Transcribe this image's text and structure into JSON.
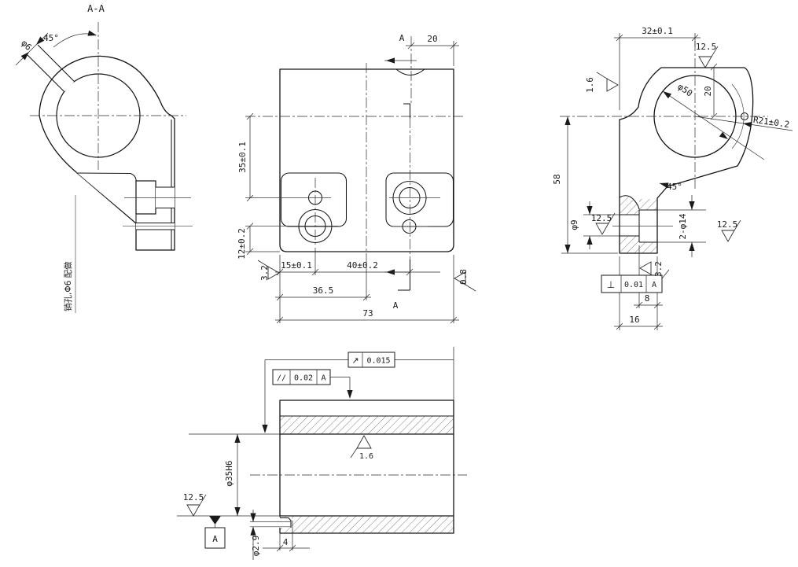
{
  "drawing": {
    "type": "engineering-drawing",
    "background": "#ffffff",
    "line_color": "#1a1a1a",
    "section_view": {
      "label": "A-A",
      "pin_hole_dia": "φ6",
      "pin_hole_angle": "45°",
      "note": "销孔,Φ6 配做"
    },
    "front_view": {
      "section_label_top": "A",
      "section_label_bottom": "A",
      "dim_notch_to_edge": "20",
      "dim_center_to_row": "35±0.1",
      "dim_row_to_bottom": "12±0.2",
      "dim_left_to_col1": "15±0.1",
      "dim_col1_to_col2": "40±0.2",
      "dim_left_to_center": "36.5",
      "dim_total_width": "73",
      "ra_left_face": "3.2",
      "ra_right_face": "0.8"
    },
    "side_view": {
      "dim_face_to_bore": "32±0.1",
      "ra_top_face": "12.5",
      "ra_left_face": "1.6",
      "dim_top_to_center": "20",
      "bore_dia": "φ50",
      "pin_circle_radius": "R21±0.2",
      "dim_total_height": "58",
      "chamfer_angle": "45°",
      "hole_dia": "φ9",
      "ra_hub": "12.5",
      "counterbore": "2-φ14",
      "ra_counterbore": "12.5",
      "ra_front_face": "3.2",
      "fcf_perpendicularity": {
        "symbol": "⊥",
        "tolerance": "0.01",
        "datum": "A"
      },
      "dim_counterbore_depth": "8",
      "dim_foot_thickness": "16"
    },
    "detail_view": {
      "fcf_runout": {
        "symbol": "↗",
        "tolerance": "0.015"
      },
      "fcf_parallelism": {
        "symbol": "//",
        "tolerance": "0.02",
        "datum": "A"
      },
      "ra_bore": "1.6",
      "bore_dia": "φ35H6",
      "ra_end_face": "12.5",
      "datum_label": "A",
      "pin_hole_dia": "φ2.9",
      "pin_hole_depth": "4"
    }
  }
}
